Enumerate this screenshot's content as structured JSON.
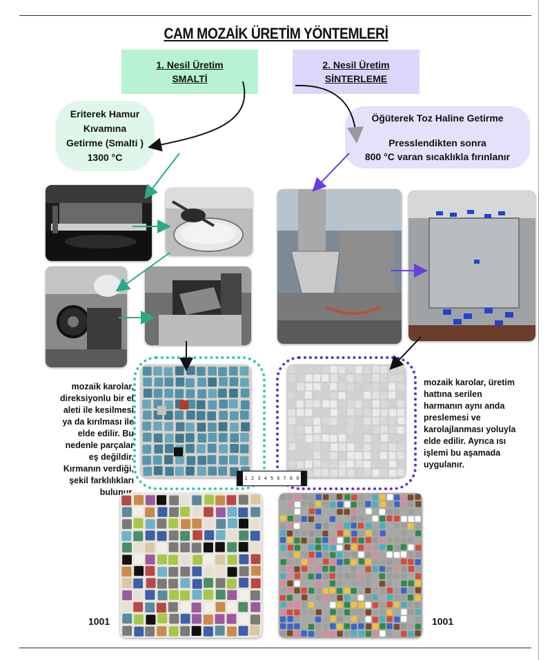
{
  "title": "CAM MOZAİK ÜRETİM YÖNTEMLERİ",
  "method1": {
    "line1": "1. Nesil Üretim",
    "line2": "SMALTİ",
    "color": "#b6f2d3",
    "bubble": {
      "line1": "Eriterek Hamur",
      "line2": "Kıvamına",
      "line3": "Getirme (Smalti )",
      "line4": "1300 °C"
    },
    "description": "mozaik karolar, direksiyonlu bir el aleti ile kesilmesi ya da kırılması ile elde edilir. Bu nedenle parçalar eş değildir. Kırmanın verdiği, şekil farklılıkları bulunur.",
    "code": "1001"
  },
  "method2": {
    "line1": "2. Nesil Üretim",
    "line2": "SİNTERLEME",
    "color": "#ddd6fb",
    "bubble": {
      "line1": "Öğüterek  Toz Haline Getirme",
      "line2": "Presslendikten sonra",
      "line3": "800 °C varan sıcaklıkla fırınlanır"
    },
    "description": "mozaik karolar, üretim hattına serilen harmanın aynı anda preslemesi ve karolajlanması yoluyla elde edilir. Ayrıca ısı işlemi bu aşamada uygulanır.",
    "code": "1001"
  },
  "ruler": {
    "labels": [
      "1",
      "2",
      "3",
      "4",
      "5",
      "6",
      "7",
      "8",
      "9"
    ]
  },
  "colors": {
    "teal": "#2ecba0",
    "purple": "#5a2bd6",
    "arrow_teal": "#2aa98a",
    "arrow_purple": "#6a3de0"
  }
}
